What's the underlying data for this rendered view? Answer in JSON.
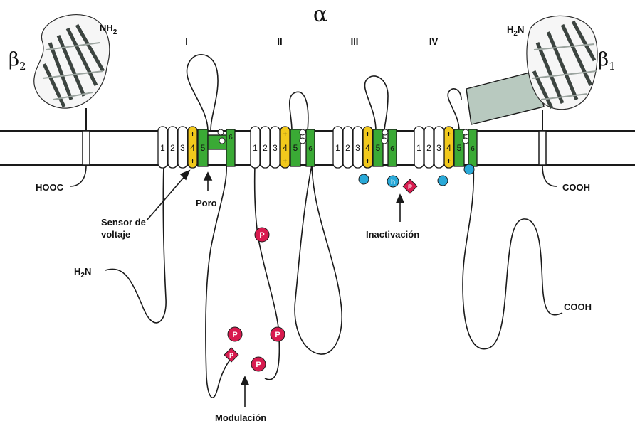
{
  "title": "α",
  "subunits": {
    "beta2": "β",
    "beta2_sub": "2",
    "beta1": "β",
    "beta1_sub": "1"
  },
  "termini": {
    "beta2_N": "NH",
    "beta2_N_sub": "2",
    "beta1_N": "H",
    "beta1_N_sub": "2",
    "beta1_N_end": "N",
    "beta2_C": "HOOC",
    "beta1_C": "COOH",
    "alpha_N": "H",
    "alpha_N_sub": "2",
    "alpha_N_end": "N",
    "alpha_C": "COOH"
  },
  "domains": [
    "I",
    "II",
    "III",
    "IV"
  ],
  "segments": [
    "1",
    "2",
    "3",
    "4",
    "5",
    "6"
  ],
  "annotations": {
    "voltage_sensor_line1": "Sensor de",
    "voltage_sensor_line2": "voltaje",
    "pore": "Poro",
    "inactivation": "Inactivación",
    "modulation": "Modulación"
  },
  "marks": {
    "phospho": "P",
    "inact_gate": "h",
    "charge_plus": "+"
  },
  "colors": {
    "membrane": "#ffffff",
    "outline": "#1a1a1a",
    "sensor_yellow": "#f2c91c",
    "pore_green": "#3aaa35",
    "phospho_red": "#d81b4f",
    "gate_cyan": "#29a9d8",
    "beta_link": "#b8c9bf",
    "ig_dark": "#3c4440"
  }
}
